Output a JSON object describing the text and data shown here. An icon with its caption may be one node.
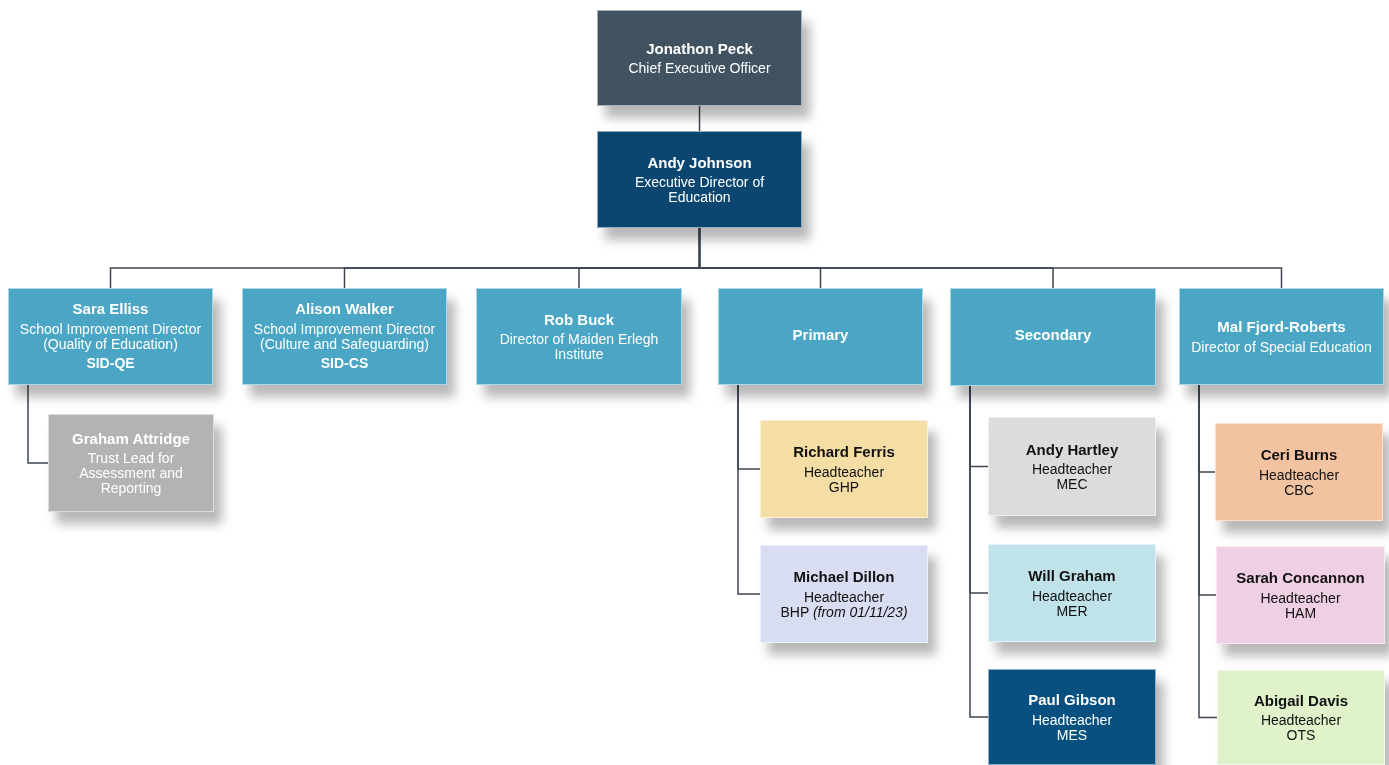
{
  "diagram": {
    "nodes": [
      {
        "text": [
          "Jonathon Peck",
          "Chief Executive Officer"
        ]
      },
      {
        "text": [
          "Andy Johnson",
          "Executive Director of Education"
        ]
      },
      {
        "text": [
          "Sara Elliss",
          "School Improvement Director (Quality of Education)",
          "SID-QE"
        ]
      },
      {
        "text": [
          "Alison Walker",
          "School Improvement Director (Culture and Safeguarding)",
          "SID-CS"
        ]
      },
      {
        "text": [
          "Rob Buck",
          "Director of Maiden Erlegh Institute"
        ]
      },
      {
        "text": [
          "Primary"
        ]
      },
      {
        "text": [
          "Secondary"
        ]
      },
      {
        "text": [
          "Mal Fjord-Roberts",
          "Director of Special Education"
        ]
      },
      {
        "text": [
          "Graham Attridge",
          "Trust Lead for Assessment and Reporting"
        ]
      },
      {
        "text": [
          "Richard Ferris",
          "Headteacher",
          "GHP"
        ]
      },
      {
        "text": [
          "Michael Dillon",
          "Headteacher",
          "BHP *(from 01/11/23)*"
        ]
      },
      {
        "text": [
          "Andy Hartley",
          "Headteacher",
          "MEC"
        ]
      },
      {
        "text": [
          "Will Graham",
          "Headteacher",
          "MER"
        ]
      },
      {
        "text": [
          "Paul Gibson",
          "Headteacher",
          "MES"
        ]
      },
      {
        "text": [
          "Ceri Burns",
          "Headteacher",
          "CBC"
        ]
      },
      {
        "text": [
          "Sarah Concannon",
          "Headteacher",
          "HAM"
        ]
      },
      {
        "text": [
          "Abigail Davis",
          "Headteacher",
          "OTS"
        ]
      }
    ],
    "edges": [
      {
        "from": 0,
        "to": 1,
        "arrow": "none"
      },
      {
        "from": 1,
        "to": 2,
        "arrow": "none"
      },
      {
        "from": 1,
        "to": 3,
        "arrow": "none"
      },
      {
        "from": 1,
        "to": 4,
        "arrow": "none"
      },
      {
        "from": 1,
        "to": 5,
        "arrow": "none"
      },
      {
        "from": 1,
        "to": 6,
        "arrow": "none"
      },
      {
        "from": 1,
        "to": 7,
        "arrow": "none"
      },
      {
        "from": 2,
        "to": 8,
        "arrow": "none"
      },
      {
        "from": 5,
        "to": 9,
        "arrow": "none"
      },
      {
        "from": 5,
        "to": 10,
        "arrow": "none"
      },
      {
        "from": 6,
        "to": 11,
        "arrow": "none"
      },
      {
        "from": 6,
        "to": 12,
        "arrow": "none"
      },
      {
        "from": 6,
        "to": 13,
        "arrow": "none"
      },
      {
        "from": 7,
        "to": 14,
        "arrow": "none"
      },
      {
        "from": 7,
        "to": 15,
        "arrow": "none"
      },
      {
        "from": 7,
        "to": 16,
        "arrow": "none"
      }
    ]
  }
}
